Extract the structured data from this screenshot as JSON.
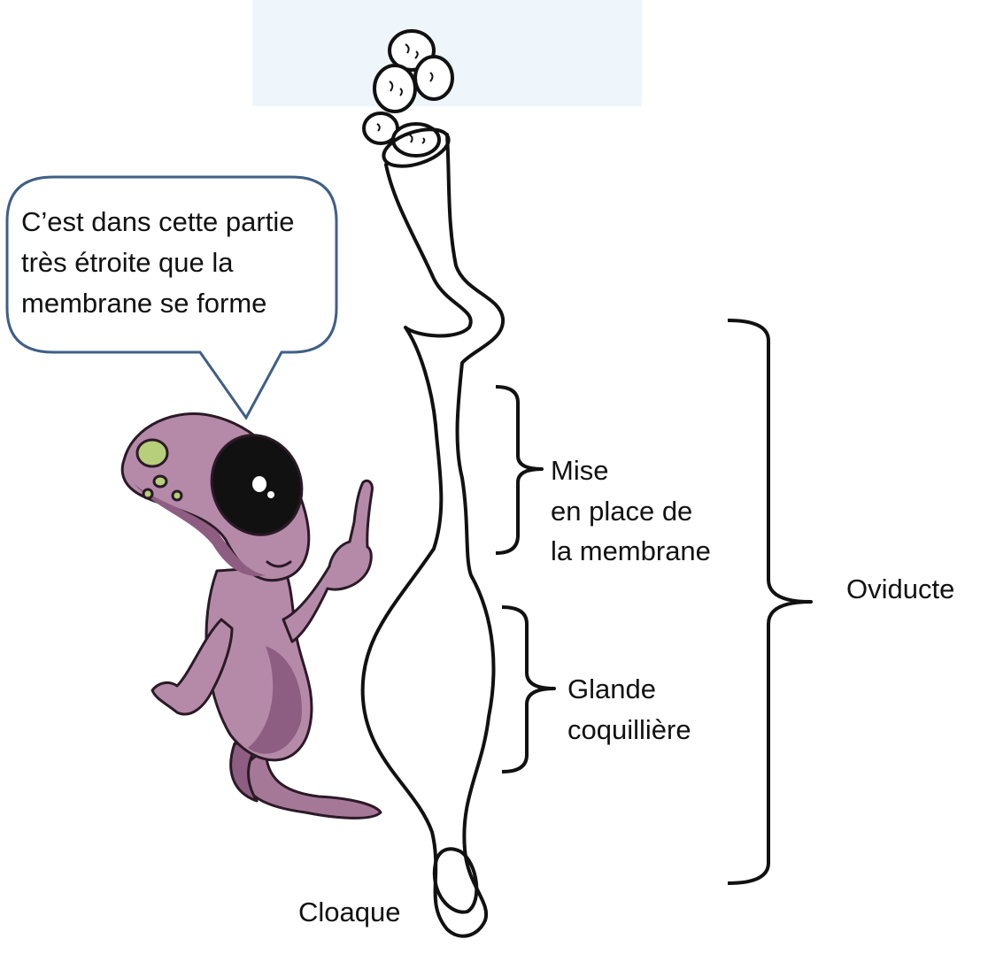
{
  "speech_bubble": {
    "lines": [
      "C’est dans cette partie",
      "très étroite que la",
      "membrane se forme"
    ]
  },
  "labels": {
    "membrane": [
      "Mise",
      "en place de",
      "la membrane"
    ],
    "shell_gland": [
      "Glande",
      "coquillière"
    ],
    "oviduct": "Oviducte",
    "cloaca": "Cloaque"
  },
  "colors": {
    "line": "#111111",
    "bubble_border": "#3f5f86",
    "alien_skin": "#b58aa8",
    "alien_shade": "#8e5d82",
    "alien_spots": "#b7cf7a",
    "background_tint": "#eef6fb"
  }
}
